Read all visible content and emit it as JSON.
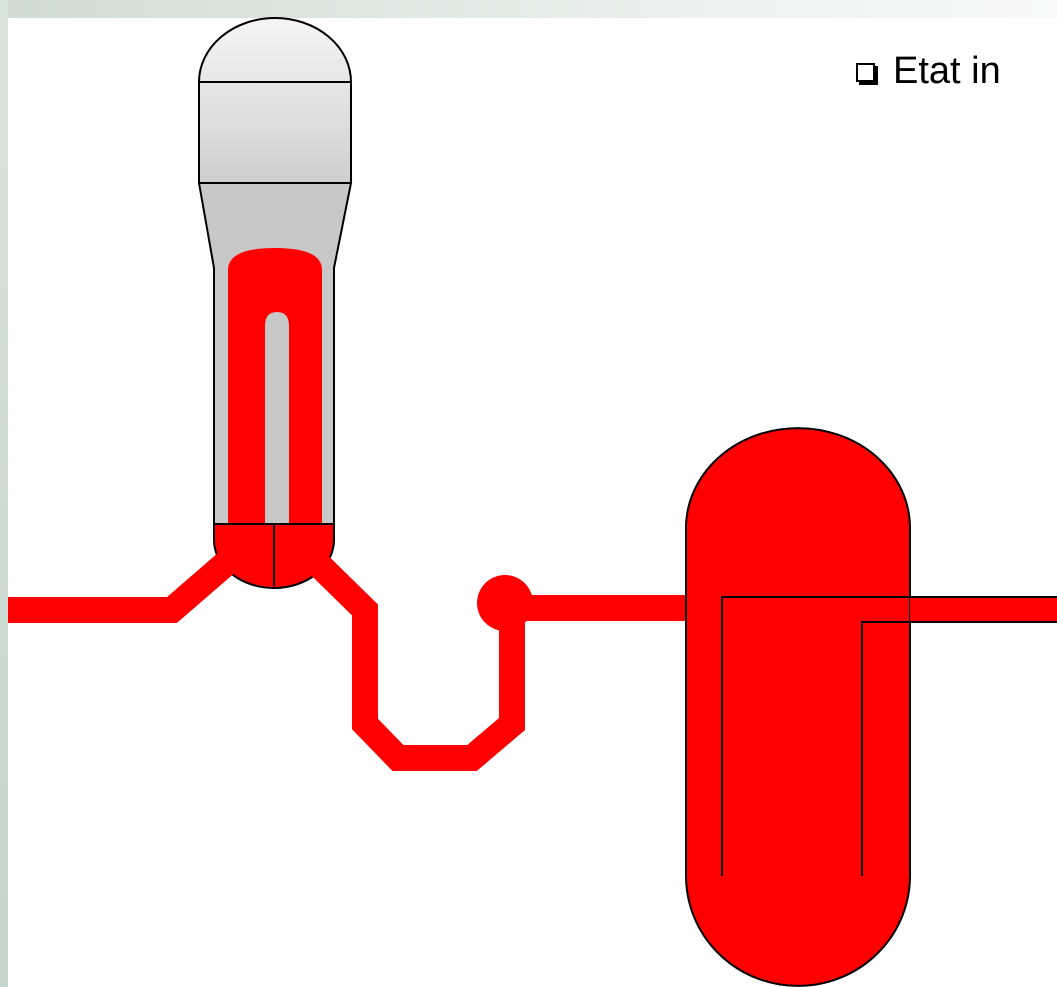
{
  "slide": {
    "bullet_text": "Etat in"
  },
  "colors": {
    "fluid": "#ff0000",
    "vessel_gray": "#c8c8c8",
    "dome_light": "#f0f0f0",
    "outline": "#000000",
    "background": "#ffffff"
  },
  "components": {
    "steam_generator": "steam-generator",
    "pressurizer": "pressurizer",
    "pump": "primary-pump",
    "reactor_vessel": "reactor-vessel"
  }
}
